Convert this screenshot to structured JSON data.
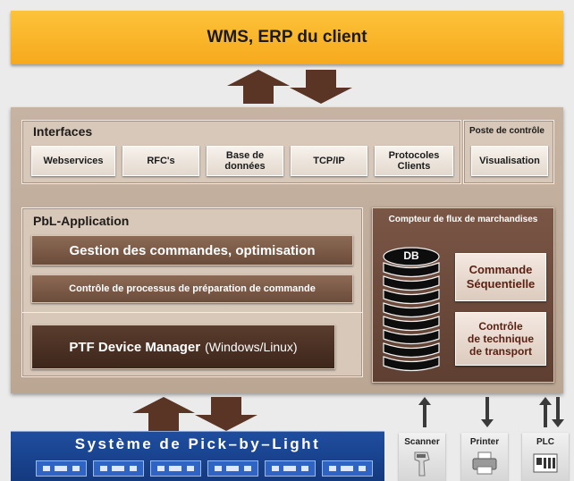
{
  "header": {
    "title": "WMS, ERP du client"
  },
  "interfaces": {
    "title": "Interfaces",
    "items": [
      "Webservices",
      "RFC's",
      "Base de\ndonnées",
      "TCP/IP",
      "Protocoles\nClients"
    ]
  },
  "poste": {
    "title": "Poste de contrôle",
    "item": "Visualisation"
  },
  "pbl_app": {
    "title": "PbL-Application",
    "gestion": "Gestion des commandes, optimisation",
    "controle": "Contrôle de processus de préparation de commande"
  },
  "device_manager": {
    "label_bold": "PTF Device Manager",
    "label_light": "(Windows/Linux)"
  },
  "compteur": {
    "title": "Compteur de flux de marchandises",
    "db_label": "DB",
    "commande": "Commande\nSéquentielle",
    "controle": "Contrôle\nde technique\nde transport"
  },
  "pick_by_light": {
    "title": "Système de Pick–by–Light",
    "module_count": 6
  },
  "devices": [
    {
      "label": "Scanner",
      "icon": "scanner-icon"
    },
    {
      "label": "Printer",
      "icon": "printer-icon"
    },
    {
      "label": "PLC",
      "icon": "plc-icon"
    }
  ],
  "colors": {
    "header": "#f7a91d",
    "panel": "#bba693",
    "dark_brown": "#3d261b",
    "pick_by_light": "#143a80",
    "accent_text": "#5a1f10"
  }
}
